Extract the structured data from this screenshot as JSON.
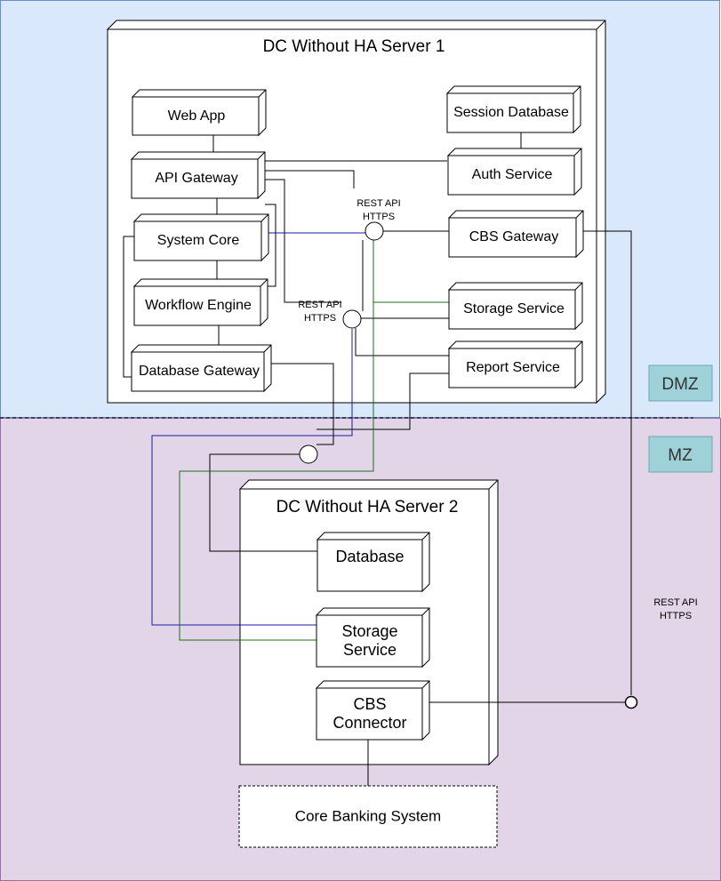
{
  "zones": {
    "dmz_label": "DMZ",
    "mz_label": "MZ",
    "dmz_color": "#dae8fc",
    "mz_color": "#e1d5e7",
    "badge_color": "#9fd1d9"
  },
  "server1": {
    "title": "DC Without HA Server 1",
    "nodes": {
      "web_app": "Web App",
      "session_database": "Session Database",
      "api_gateway": "API Gateway",
      "auth_service": "Auth Service",
      "system_core": "System Core",
      "cbs_gateway": "CBS Gateway",
      "workflow_engine": "Workflow Engine",
      "storage_service": "Storage Service",
      "database_gateway": "Database Gateway",
      "report_service": "Report Service"
    }
  },
  "server2": {
    "title": "DC Without HA Server 2",
    "nodes": {
      "database": "Database",
      "storage_service_line1": "Storage",
      "storage_service_line2": "Service",
      "cbs_connector_line1": "CBS",
      "cbs_connector_line2": "Connector"
    }
  },
  "external": {
    "core_banking_system": "Core Banking System"
  },
  "interfaces": {
    "rest_api_1": {
      "line1": "REST API",
      "line2": "HTTPS"
    },
    "rest_api_2": {
      "line1": "REST API",
      "line2": "HTTPS"
    },
    "rest_api_3": {
      "line1": "REST API",
      "line2": "HTTPS"
    }
  },
  "link_colors": {
    "default": "#000000",
    "blue": "#1a1aa6",
    "green": "#1e6b1e"
  }
}
